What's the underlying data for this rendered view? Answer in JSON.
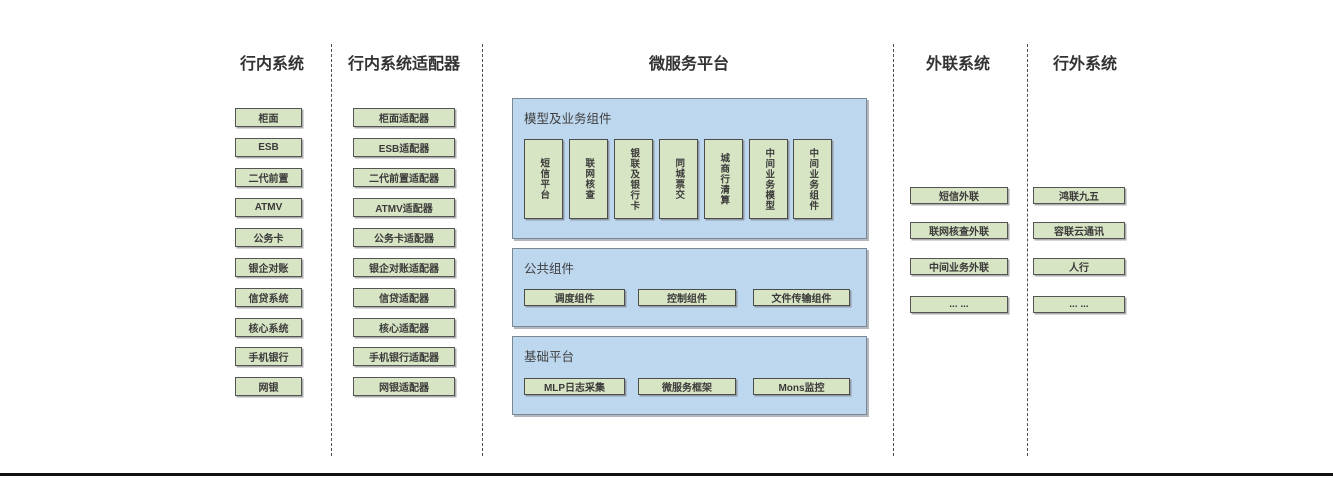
{
  "diagram": {
    "colors": {
      "box_fill": "#d8e5c4",
      "box_border": "#545454",
      "panel_fill": "#bdd7ee",
      "panel_border": "#7a8794",
      "divider": "#4d4d4d",
      "baseline": "#111111",
      "text": "#3b3b3b"
    },
    "columns": [
      {
        "title": "行内系统",
        "items": [
          "柜面",
          "ESB",
          "二代前置",
          "ATMV",
          "公务卡",
          "银企对账",
          "信贷系统",
          "核心系统",
          "手机银行",
          "网银"
        ]
      },
      {
        "title": "行内系统适配器",
        "items": [
          "柜面适配器",
          "ESB适配器",
          "二代前置适配器",
          "ATMV适配器",
          "公务卡适配器",
          "银企对账适配器",
          "信贷适配器",
          "核心适配器",
          "手机银行适配器",
          "网银适配器"
        ]
      },
      {
        "title": "微服务平台",
        "groups": [
          {
            "label": "模型及业务组件",
            "items": [
              "短信平台",
              "联网核查",
              "银联及银行卡",
              "同城票交",
              "城商行清算",
              "中间业务模型",
              "中间业务组件"
            ]
          },
          {
            "label": "公共组件",
            "items": [
              "调度组件",
              "控制组件",
              "文件传输组件"
            ]
          },
          {
            "label": "基础平台",
            "items": [
              "MLP日志采集",
              "微服务框架",
              "Mons监控"
            ]
          }
        ]
      },
      {
        "title": "外联系统",
        "items": [
          "短信外联",
          "联网核查外联",
          "中间业务外联",
          "... ..."
        ]
      },
      {
        "title": "行外系统",
        "items": [
          "鸿联九五",
          "容联云通讯",
          "人行",
          "... ..."
        ]
      }
    ]
  }
}
